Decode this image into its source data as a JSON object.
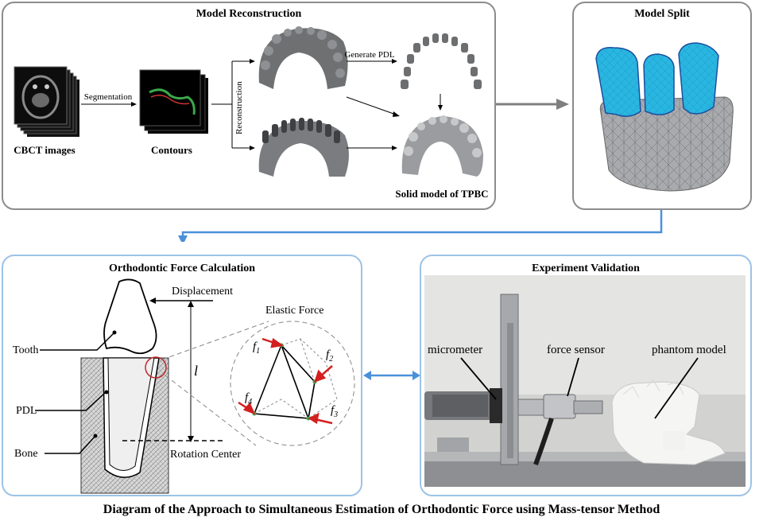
{
  "caption": "Diagram of the Approach to Simultaneous Estimation of Orthodontic Force using Mass-tensor Method",
  "panels": {
    "model_reconstruction": {
      "title": "Model Reconstruction",
      "labels": {
        "cbct": "CBCT images",
        "segmentation": "Segmentation",
        "contours": "Contours",
        "reconstruction": "Reconstruction",
        "generate_pdl": "Generate PDL",
        "solid_model": "Solid model of TPBC"
      }
    },
    "model_split": {
      "title": "Model Split"
    },
    "force_calc": {
      "title": "Orthodontic Force Calculation",
      "labels": {
        "displacement": "Displacement",
        "elastic_force": "Elastic Force",
        "tooth": "Tooth",
        "pdl": "PDL",
        "bone": "Bone",
        "l": "l",
        "rotation_center": "Rotation Center",
        "f1": "f",
        "f1_sub": "1",
        "f2": "f",
        "f2_sub": "2",
        "f3": "f",
        "f3_sub": "3",
        "f4": "f",
        "f4_sub": "4"
      }
    },
    "experiment": {
      "title": "Experiment Validation",
      "labels": {
        "micrometer": "micrometer",
        "force_sensor": "force sensor",
        "phantom_model": "phantom model"
      }
    }
  },
  "colors": {
    "gray_border": "#8c8c8c",
    "blue_border": "#9cc3e6",
    "flow_arrow": "#4a90d9",
    "split_tooth": "#29b6e0",
    "force_arrow": "#d41f1f"
  }
}
